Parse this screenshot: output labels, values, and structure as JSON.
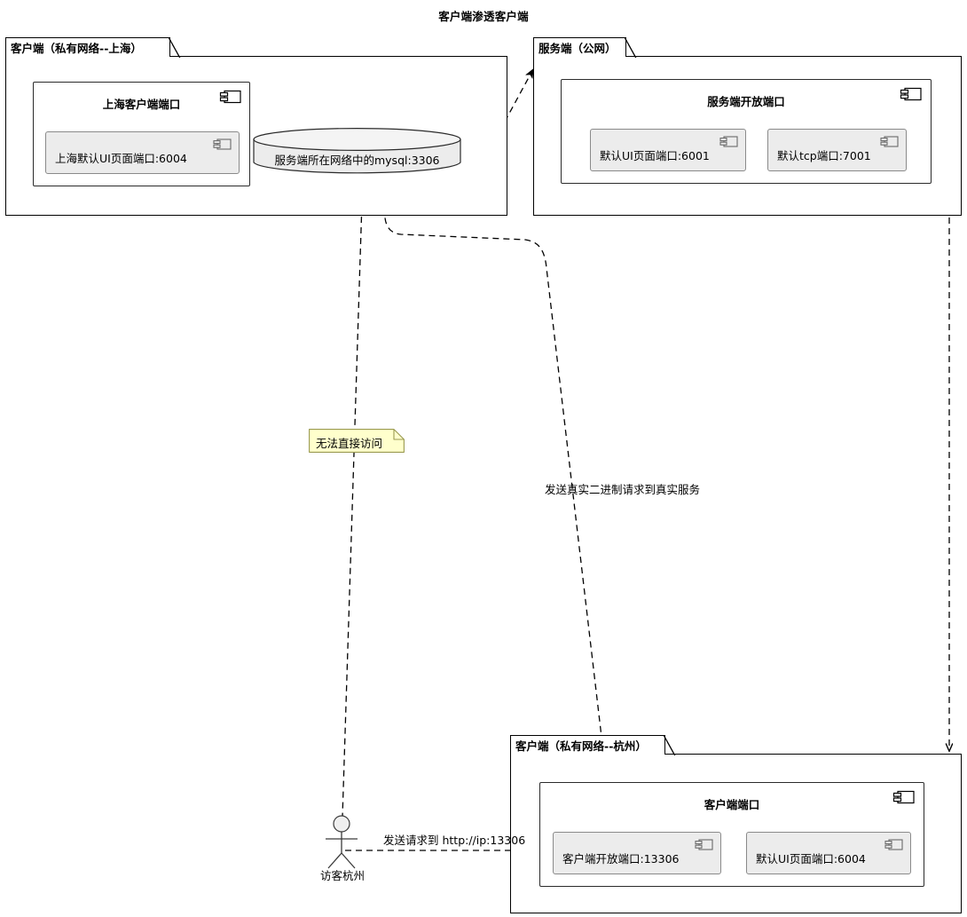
{
  "title": "客户端渗透客户端",
  "nodes": [
    {
      "id": "client-shanghai",
      "tab_label": "客户端（私有网络--上海）",
      "component": {
        "title": "上海客户端端口",
        "icon": "uml-component-icon",
        "ports": [
          {
            "label": "上海默认UI页面端口:6004",
            "icon": "uml-component-icon"
          }
        ]
      }
    },
    {
      "id": "server-public",
      "tab_label": "服务端（公网）",
      "component": {
        "title": "服务端开放端口",
        "icon": "uml-component-icon",
        "ports": [
          {
            "label": "默认UI页面端口:6001",
            "icon": "uml-component-icon"
          },
          {
            "label": "默认tcp端口:7001",
            "icon": "uml-component-icon"
          }
        ]
      }
    },
    {
      "id": "client-hangzhou",
      "tab_label": "客户端（私有网络--杭州）",
      "component": {
        "title": "客户端端口",
        "icon": "uml-component-icon",
        "ports": [
          {
            "label": "客户端开放端口:13306",
            "icon": "uml-component-icon"
          },
          {
            "label": "默认UI页面端口:6004",
            "icon": "uml-component-icon"
          }
        ]
      }
    }
  ],
  "database": {
    "id": "mysql-db",
    "label": "服务端所在网络中的mysql:3306"
  },
  "actor": {
    "id": "visitor-hangzhou",
    "label": "访客杭州"
  },
  "note": {
    "id": "cannot-access-note",
    "text": "无法直接访问",
    "fill": "#ffffcc",
    "stroke": "#a0a000"
  },
  "edges": [
    {
      "id": "shanghai-to-server",
      "label": ""
    },
    {
      "id": "hangzhou-client-to-mysql",
      "label": ""
    },
    {
      "id": "mysql-to-visitor",
      "label": ""
    },
    {
      "id": "server-to-hangzhou",
      "label": "发送真实二进制请求到真实服务"
    },
    {
      "id": "visitor-to-hangzhou-port",
      "label": "发送请求到 http://ip:13306"
    }
  ],
  "colors": {
    "stroke": "#000000",
    "port_fill": "#ececec",
    "port_stroke": "#8a8a8a",
    "db_fill": "#ececec",
    "note_fill": "#ffffcc",
    "canvas": "#ffffff"
  }
}
